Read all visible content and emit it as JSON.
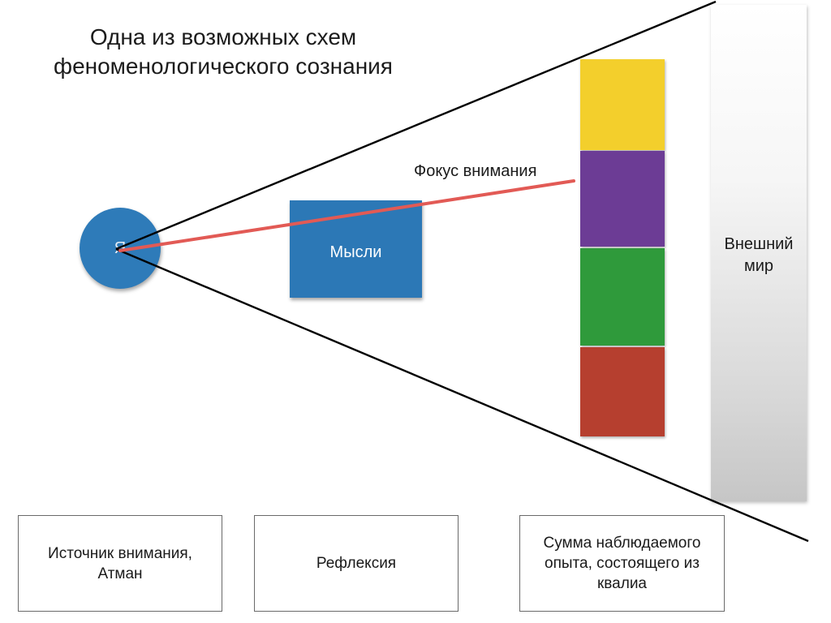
{
  "title": {
    "line1": "Одна из возможных схем",
    "line2": "феноменологического сознания"
  },
  "self_label": "Я",
  "thoughts_label": "Мысли",
  "focus_label": "Фокус внимания",
  "world_label": {
    "line1": "Внешний",
    "line2": "мир"
  },
  "qualia_colors": [
    "#f3cf2c",
    "#6c3c95",
    "#2f9a3b",
    "#b63f2f"
  ],
  "focus_line_color": "#e25a55",
  "bottom_boxes": {
    "source": {
      "line1": "Источник внимания,",
      "line2": "Атман"
    },
    "reflection": {
      "line1": "Рефлексия"
    },
    "sum": {
      "line1": "Сумма наблюдаемого",
      "line2": "опыта, состоящего из",
      "line3": "квалиа"
    }
  }
}
